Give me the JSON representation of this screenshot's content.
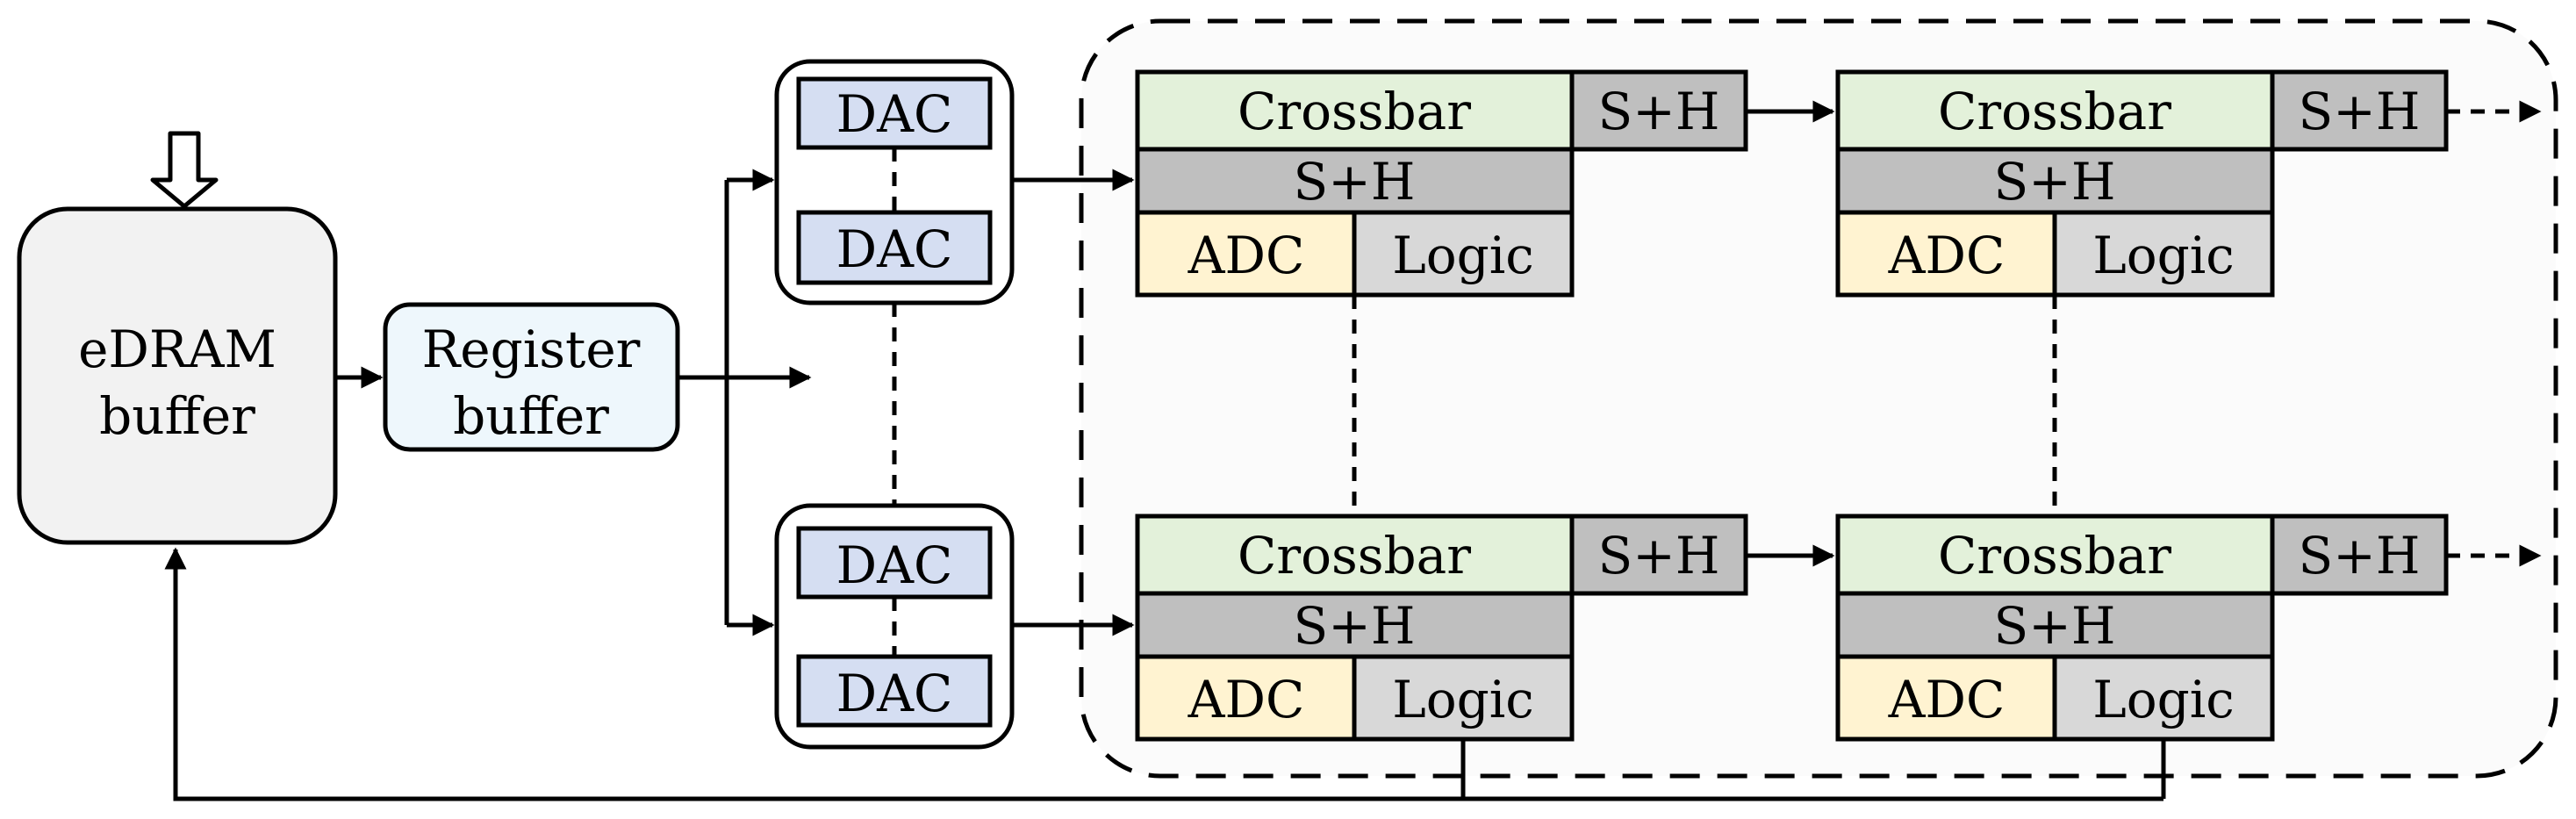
{
  "labels": {
    "edram_line1": "eDRAM",
    "edram_line2": "buffer",
    "register_line1": "Register",
    "register_line2": "buffer",
    "dac": "DAC",
    "crossbar": "Crossbar",
    "sh": "S+H",
    "adc": "ADC",
    "logic": "Logic"
  },
  "colors": {
    "edram_fill": "#f2f2f2",
    "register_fill": "#eef7fc",
    "dac_fill": "#d5def2",
    "crossbar_fill": "#e3f1da",
    "sh_fill": "#bfbfbf",
    "adc_fill": "#fff3d1",
    "logic_fill": "#d8d8d8",
    "tile_fill": "#fbfbfb"
  }
}
